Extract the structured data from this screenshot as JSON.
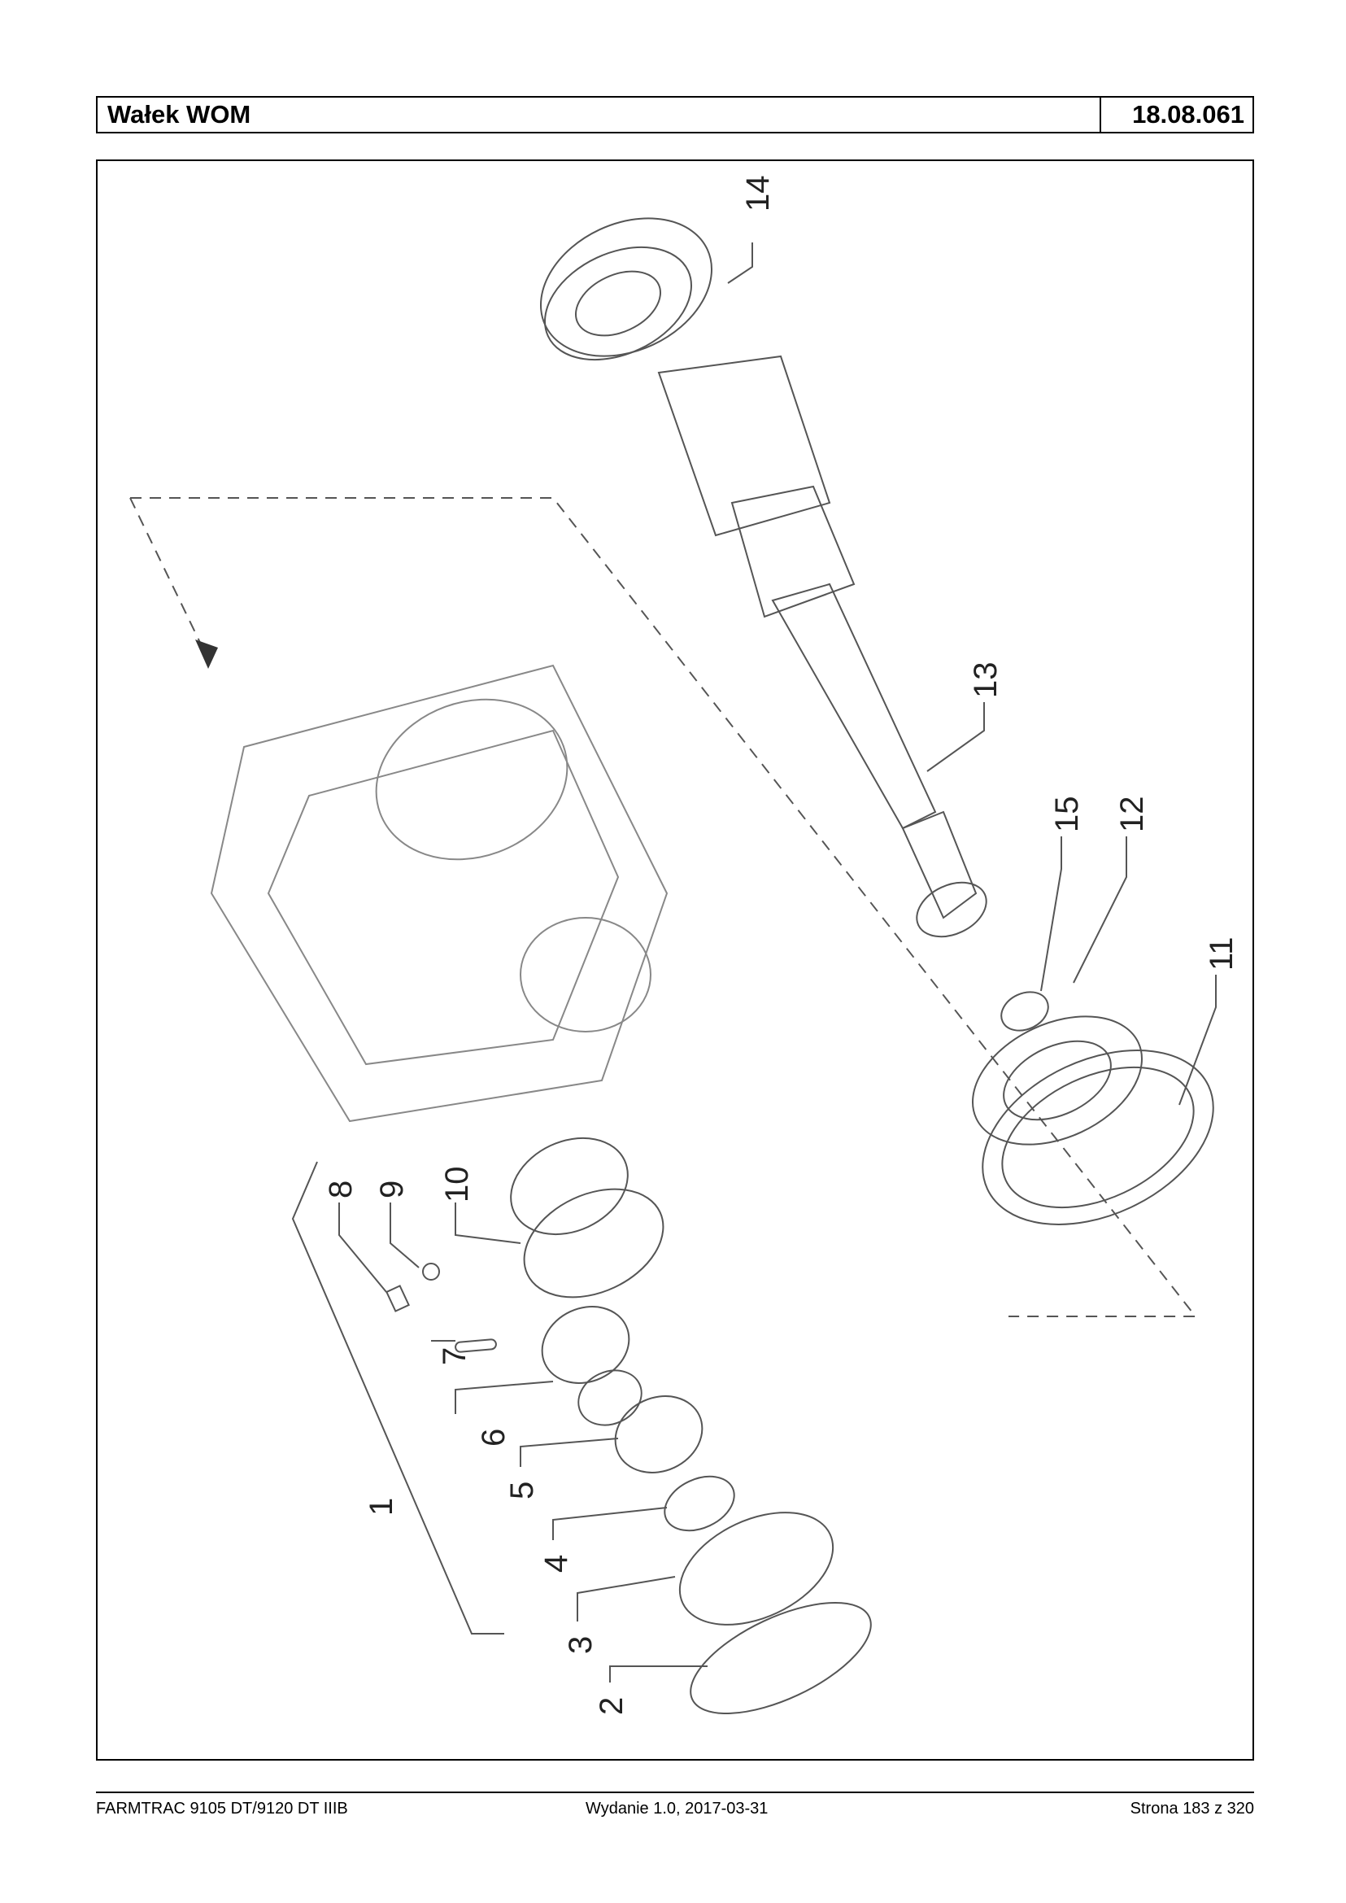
{
  "header": {
    "title": "Wałek WOM",
    "code": "18.08.061"
  },
  "callouts": [
    "1",
    "2",
    "3",
    "4",
    "5",
    "6",
    "7",
    "8",
    "9",
    "10",
    "11",
    "12",
    "13",
    "14",
    "15"
  ],
  "footer": {
    "left": "FARMTRAC 9105 DT/9120 DT IIIB",
    "center": "Wydanie 1.0,  2017-03-31",
    "right": "Strona 183 z 320"
  }
}
